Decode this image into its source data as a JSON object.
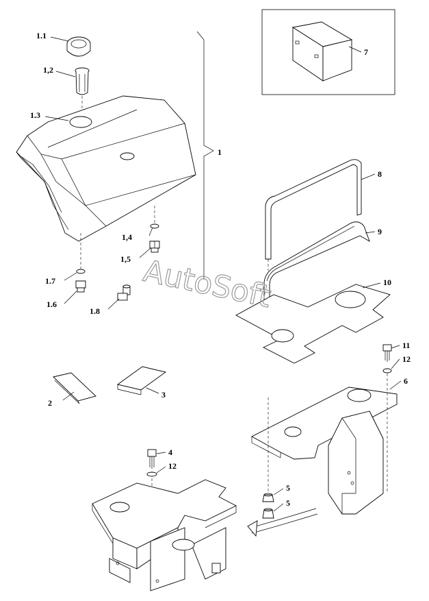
{
  "callouts": {
    "c1_1": "1.1",
    "c1_2": "1,2",
    "c1_3": "1.3",
    "c1": "1",
    "c1_4": "1,4",
    "c1_5": "1,5",
    "c1_7": "1.7",
    "c1_6": "1.6",
    "c1_8": "1.8",
    "c2": "2",
    "c3": "3",
    "c4": "4",
    "c12a": "12",
    "c12b": "12",
    "c11": "11",
    "c6": "6",
    "c7": "7",
    "c8": "8",
    "c9": "9",
    "c10": "10",
    "c5a": "5",
    "c5b": "5"
  },
  "watermark": "AutoSoft"
}
